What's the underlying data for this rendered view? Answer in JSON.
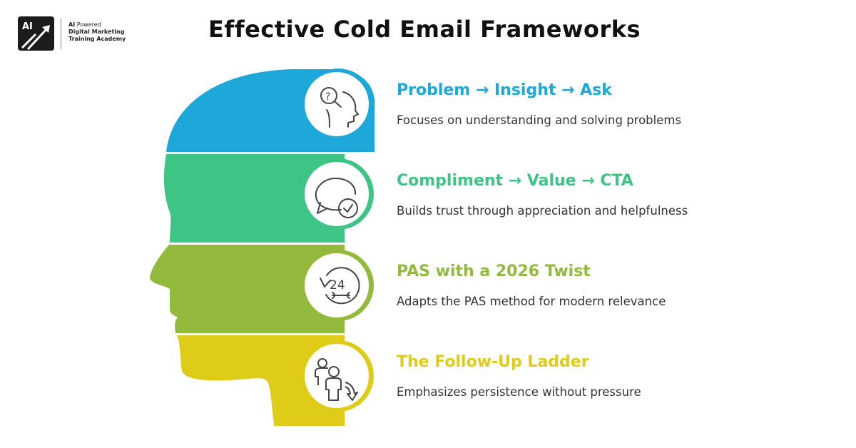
{
  "brand": {
    "logo_text": "AI",
    "line1_bold": "AI",
    "line1_rest": " Powered",
    "line2": "Digital Marketing",
    "line3": "Training Academy"
  },
  "title": "Effective Cold Email Frameworks",
  "colors": {
    "blue": "#1ea8da",
    "green": "#3ec484",
    "olive": "#93ba3c",
    "yellow": "#dfcc19"
  },
  "frameworks": [
    {
      "title": "Problem → Insight → Ask",
      "description": "Focuses on understanding and solving problems",
      "icon": "question-head-icon",
      "color": "#1ea8da"
    },
    {
      "title": "Compliment → Value → CTA",
      "description": "Builds trust through appreciation and helpfulness",
      "icon": "chat-check-icon",
      "color": "#3ec484"
    },
    {
      "title": "PAS with a 2026 Twist",
      "description": "Adapts the PAS method for modern relevance",
      "icon": "24-hour-service-icon",
      "color": "#93ba3c"
    },
    {
      "title": "The Follow-Up Ladder",
      "description": "Emphasizes persistence without pressure",
      "icon": "people-follow-up-icon",
      "color": "#dfcc19"
    }
  ]
}
